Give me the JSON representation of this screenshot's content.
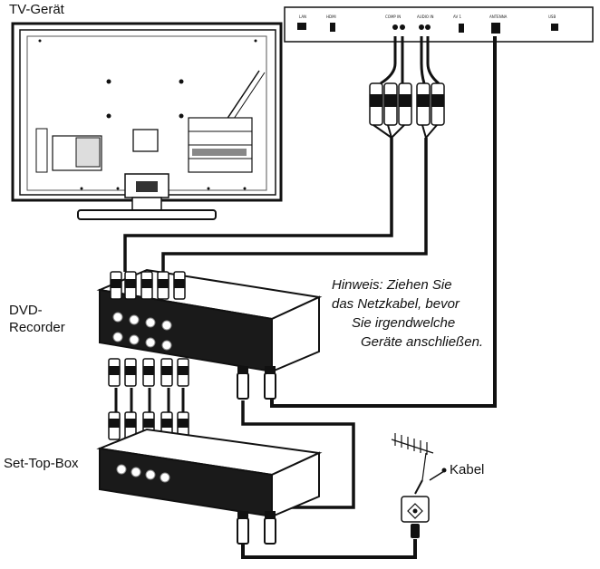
{
  "labels": {
    "tv": "TV-Gerät",
    "dvd_line1": "DVD-",
    "dvd_line2": "Recorder",
    "stb": "Set-Top-Box",
    "kabel": "Kabel"
  },
  "note": {
    "line1": "Hinweis: Ziehen Sie",
    "line2": "das Netzkabel, bevor",
    "line3": "Sie irgendwelche",
    "line4": "Geräte anschließen."
  },
  "icons": [
    "tv-set",
    "dvd-recorder",
    "set-top-box",
    "antenna",
    "wall-socket",
    "rca-plug",
    "coax-plug"
  ],
  "colors": {
    "line": "#111111",
    "fill": "#ffffff",
    "dark": "#1a1a1a",
    "gray": "#888888"
  }
}
